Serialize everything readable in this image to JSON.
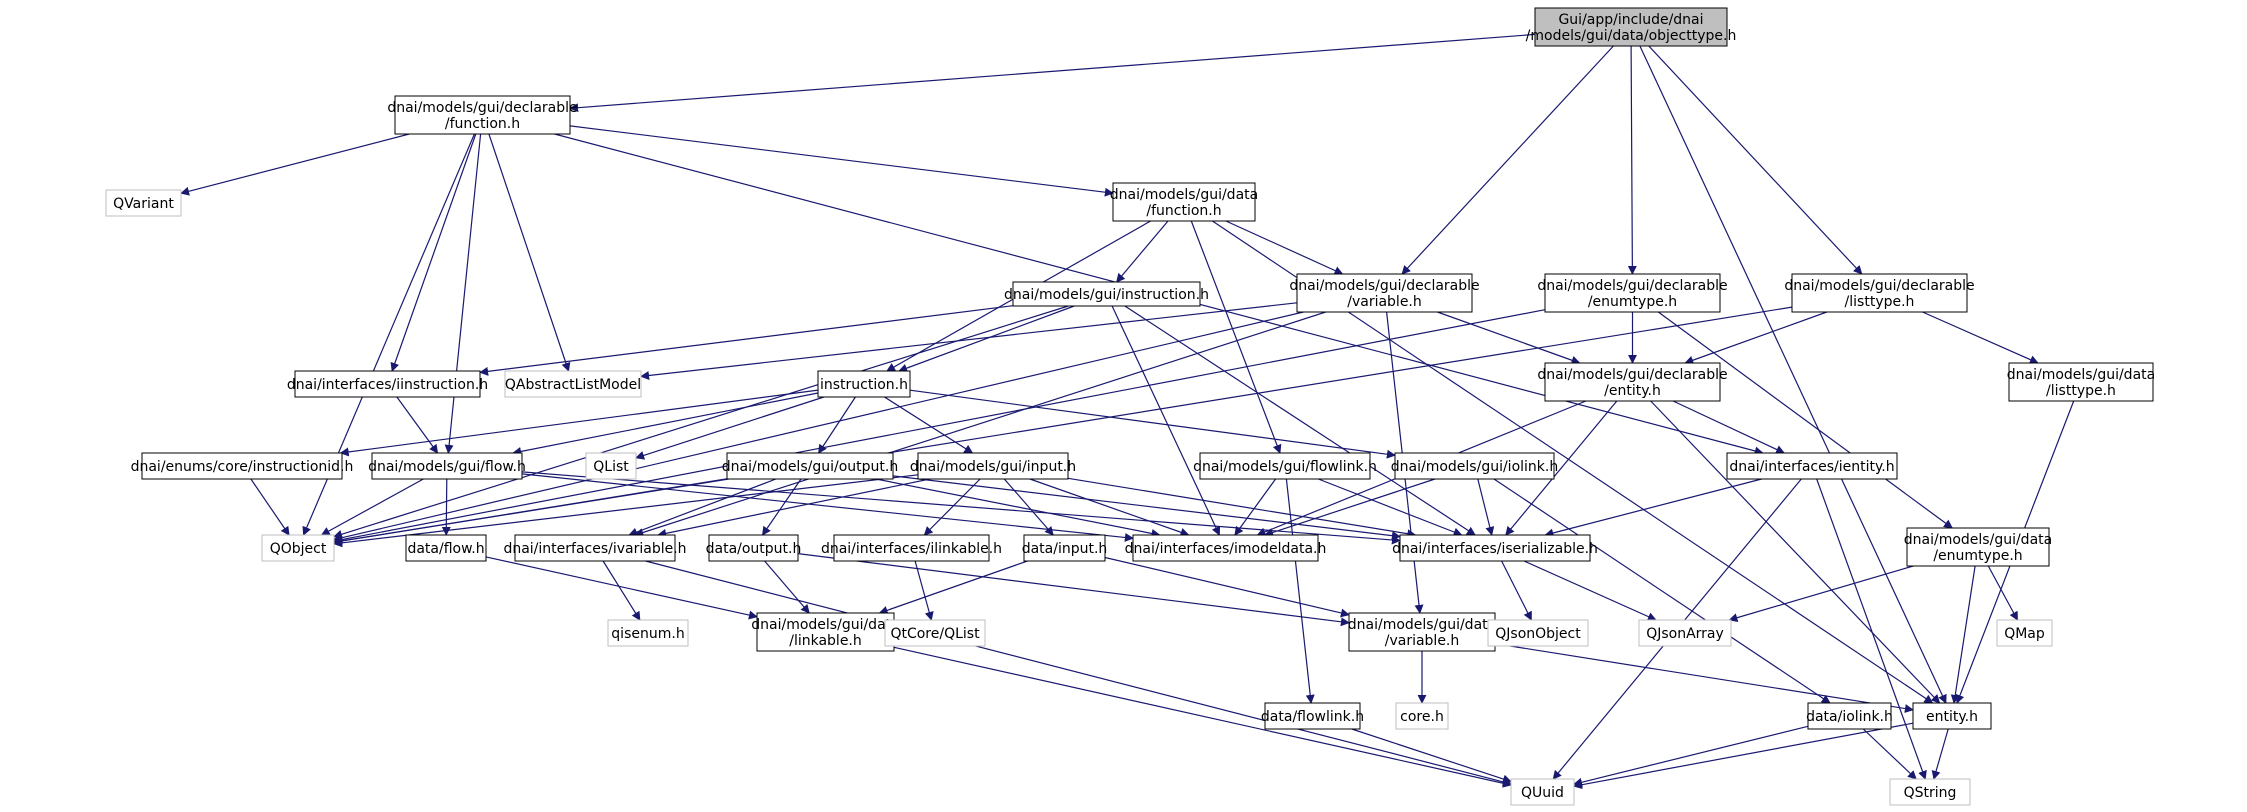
{
  "colors": {
    "edge": "#191970",
    "box_border": "#000000",
    "box_border_external": "#bfbfbf",
    "root_fill": "#bfbfbf",
    "box_fill": "#ffffff",
    "external_text": "#000000"
  },
  "nodes": {
    "root": {
      "lines": [
        "Gui/app/include/dnai",
        "/models/gui/data/objecttype.h"
      ],
      "kind": "root"
    },
    "decl_function": {
      "lines": [
        "dnai/models/gui/declarable",
        "/function.h"
      ],
      "kind": "file"
    },
    "qvariant": {
      "lines": [
        "QVariant"
      ],
      "kind": "external"
    },
    "data_function": {
      "lines": [
        "dnai/models/gui/data",
        "/function.h"
      ],
      "kind": "file"
    },
    "gui_instruction": {
      "lines": [
        "dnai/models/gui/instruction.h"
      ],
      "kind": "file"
    },
    "decl_variable": {
      "lines": [
        "dnai/models/gui/declarable",
        "/variable.h"
      ],
      "kind": "file"
    },
    "decl_enumtype": {
      "lines": [
        "dnai/models/gui/declarable",
        "/enumtype.h"
      ],
      "kind": "file"
    },
    "decl_listtype": {
      "lines": [
        "dnai/models/gui/declarable",
        "/listtype.h"
      ],
      "kind": "file"
    },
    "iinstruction": {
      "lines": [
        "dnai/interfaces/iinstruction.h"
      ],
      "kind": "file"
    },
    "qabstractlistmodel": {
      "lines": [
        "QAbstractListModel"
      ],
      "kind": "external"
    },
    "instruction": {
      "lines": [
        "instruction.h"
      ],
      "kind": "file"
    },
    "decl_entity": {
      "lines": [
        "dnai/models/gui/declarable",
        "/entity.h"
      ],
      "kind": "file"
    },
    "data_listtype": {
      "lines": [
        "dnai/models/gui/data",
        "/listtype.h"
      ],
      "kind": "file"
    },
    "instructionid": {
      "lines": [
        "dnai/enums/core/instructionid.h"
      ],
      "kind": "file"
    },
    "gui_flow": {
      "lines": [
        "dnai/models/gui/flow.h"
      ],
      "kind": "file"
    },
    "qlist": {
      "lines": [
        "QList"
      ],
      "kind": "external"
    },
    "gui_output": {
      "lines": [
        "dnai/models/gui/output.h"
      ],
      "kind": "file"
    },
    "gui_input": {
      "lines": [
        "dnai/models/gui/input.h"
      ],
      "kind": "file"
    },
    "gui_flowlink": {
      "lines": [
        "dnai/models/gui/flowlink.h"
      ],
      "kind": "file"
    },
    "gui_iolink": {
      "lines": [
        "dnai/models/gui/iolink.h"
      ],
      "kind": "file"
    },
    "ientity": {
      "lines": [
        "dnai/interfaces/ientity.h"
      ],
      "kind": "file"
    },
    "qobject": {
      "lines": [
        "QObject"
      ],
      "kind": "external"
    },
    "data_flow": {
      "lines": [
        "data/flow.h"
      ],
      "kind": "file"
    },
    "ivariable": {
      "lines": [
        "dnai/interfaces/ivariable.h"
      ],
      "kind": "file"
    },
    "data_output": {
      "lines": [
        "data/output.h"
      ],
      "kind": "file"
    },
    "ilinkable": {
      "lines": [
        "dnai/interfaces/ilinkable.h"
      ],
      "kind": "file"
    },
    "data_input": {
      "lines": [
        "data/input.h"
      ],
      "kind": "file"
    },
    "imodeldata": {
      "lines": [
        "dnai/interfaces/imodeldata.h"
      ],
      "kind": "file"
    },
    "iserializable": {
      "lines": [
        "dnai/interfaces/iserializable.h"
      ],
      "kind": "file"
    },
    "data_enumtype": {
      "lines": [
        "dnai/models/gui/data",
        "/enumtype.h"
      ],
      "kind": "file"
    },
    "qisenum": {
      "lines": [
        "qisenum.h"
      ],
      "kind": "external"
    },
    "data_linkable": {
      "lines": [
        "dnai/models/gui/data",
        "/linkable.h"
      ],
      "kind": "file"
    },
    "qtcore_qlist": {
      "lines": [
        "QtCore/QList"
      ],
      "kind": "external"
    },
    "data_variable": {
      "lines": [
        "dnai/models/gui/data",
        "/variable.h"
      ],
      "kind": "file"
    },
    "qjsonobject": {
      "lines": [
        "QJsonObject"
      ],
      "kind": "external"
    },
    "qjsonarray": {
      "lines": [
        "QJsonArray"
      ],
      "kind": "external"
    },
    "qmap": {
      "lines": [
        "QMap"
      ],
      "kind": "external"
    },
    "core": {
      "lines": [
        "core.h"
      ],
      "kind": "external"
    },
    "data_flowlink": {
      "lines": [
        "data/flowlink.h"
      ],
      "kind": "file"
    },
    "data_iolink": {
      "lines": [
        "data/iolink.h"
      ],
      "kind": "file"
    },
    "entity": {
      "lines": [
        "entity.h"
      ],
      "kind": "file"
    },
    "quuid": {
      "lines": [
        "QUuid"
      ],
      "kind": "external"
    },
    "qstring": {
      "lines": [
        "QString"
      ],
      "kind": "external"
    }
  },
  "edges": [
    [
      "root",
      "decl_function"
    ],
    [
      "root",
      "decl_variable"
    ],
    [
      "root",
      "decl_enumtype"
    ],
    [
      "root",
      "decl_listtype"
    ],
    [
      "root",
      "entity"
    ],
    [
      "decl_function",
      "qvariant"
    ],
    [
      "decl_function",
      "data_function"
    ],
    [
      "decl_function",
      "qobject"
    ],
    [
      "decl_function",
      "iinstruction"
    ],
    [
      "decl_function",
      "qabstractlistmodel"
    ],
    [
      "decl_function",
      "gui_flow"
    ],
    [
      "decl_function",
      "ientity"
    ],
    [
      "data_function",
      "gui_instruction"
    ],
    [
      "data_function",
      "decl_variable"
    ],
    [
      "data_function",
      "instruction"
    ],
    [
      "data_function",
      "gui_flowlink"
    ],
    [
      "data_function",
      "entity"
    ],
    [
      "gui_instruction",
      "iinstruction"
    ],
    [
      "gui_instruction",
      "instruction"
    ],
    [
      "gui_instruction",
      "qobject"
    ],
    [
      "gui_instruction",
      "imodeldata"
    ],
    [
      "gui_instruction",
      "iserializable"
    ],
    [
      "decl_variable",
      "qabstractlistmodel"
    ],
    [
      "decl_variable",
      "qobject"
    ],
    [
      "decl_variable",
      "decl_entity"
    ],
    [
      "decl_variable",
      "ivariable"
    ],
    [
      "decl_variable",
      "data_variable"
    ],
    [
      "decl_enumtype",
      "decl_entity"
    ],
    [
      "decl_enumtype",
      "qobject"
    ],
    [
      "decl_enumtype",
      "data_enumtype"
    ],
    [
      "decl_listtype",
      "decl_entity"
    ],
    [
      "decl_listtype",
      "data_listtype"
    ],
    [
      "decl_listtype",
      "qobject"
    ],
    [
      "iinstruction",
      "gui_flow"
    ],
    [
      "instruction",
      "instructionid"
    ],
    [
      "instruction",
      "gui_flow"
    ],
    [
      "instruction",
      "qlist"
    ],
    [
      "instruction",
      "gui_output"
    ],
    [
      "instruction",
      "gui_input"
    ],
    [
      "instruction",
      "gui_iolink"
    ],
    [
      "decl_entity",
      "ientity"
    ],
    [
      "decl_entity",
      "iserializable"
    ],
    [
      "decl_entity",
      "imodeldata"
    ],
    [
      "decl_entity",
      "entity"
    ],
    [
      "data_listtype",
      "entity"
    ],
    [
      "instructionid",
      "qobject"
    ],
    [
      "gui_flow",
      "qobject"
    ],
    [
      "gui_flow",
      "data_flow"
    ],
    [
      "gui_flow",
      "imodeldata"
    ],
    [
      "gui_flow",
      "iserializable"
    ],
    [
      "gui_output",
      "ivariable"
    ],
    [
      "gui_output",
      "data_output"
    ],
    [
      "gui_output",
      "imodeldata"
    ],
    [
      "gui_output",
      "iserializable"
    ],
    [
      "gui_output",
      "qobject"
    ],
    [
      "gui_input",
      "ivariable"
    ],
    [
      "gui_input",
      "data_input"
    ],
    [
      "gui_input",
      "ilinkable"
    ],
    [
      "gui_input",
      "imodeldata"
    ],
    [
      "gui_input",
      "iserializable"
    ],
    [
      "gui_input",
      "qobject"
    ],
    [
      "gui_flowlink",
      "imodeldata"
    ],
    [
      "gui_flowlink",
      "iserializable"
    ],
    [
      "gui_flowlink",
      "data_flowlink"
    ],
    [
      "gui_iolink",
      "imodeldata"
    ],
    [
      "gui_iolink",
      "iserializable"
    ],
    [
      "gui_iolink",
      "data_iolink"
    ],
    [
      "ientity",
      "iserializable"
    ],
    [
      "ientity",
      "quuid"
    ],
    [
      "ientity",
      "qstring"
    ],
    [
      "data_flow",
      "data_linkable"
    ],
    [
      "ivariable",
      "qisenum"
    ],
    [
      "ivariable",
      "quuid"
    ],
    [
      "data_output",
      "data_linkable"
    ],
    [
      "data_output",
      "data_variable"
    ],
    [
      "ilinkable",
      "qtcore_qlist"
    ],
    [
      "data_input",
      "data_linkable"
    ],
    [
      "data_input",
      "data_variable"
    ],
    [
      "iserializable",
      "qjsonobject"
    ],
    [
      "iserializable",
      "qjsonarray"
    ],
    [
      "data_enumtype",
      "qjsonarray"
    ],
    [
      "data_enumtype",
      "qmap"
    ],
    [
      "data_enumtype",
      "entity"
    ],
    [
      "data_linkable",
      "quuid"
    ],
    [
      "data_variable",
      "core"
    ],
    [
      "data_variable",
      "entity"
    ],
    [
      "data_flowlink",
      "quuid"
    ],
    [
      "data_iolink",
      "quuid"
    ],
    [
      "data_iolink",
      "qstring"
    ],
    [
      "entity",
      "quuid"
    ],
    [
      "entity",
      "qstring"
    ]
  ]
}
